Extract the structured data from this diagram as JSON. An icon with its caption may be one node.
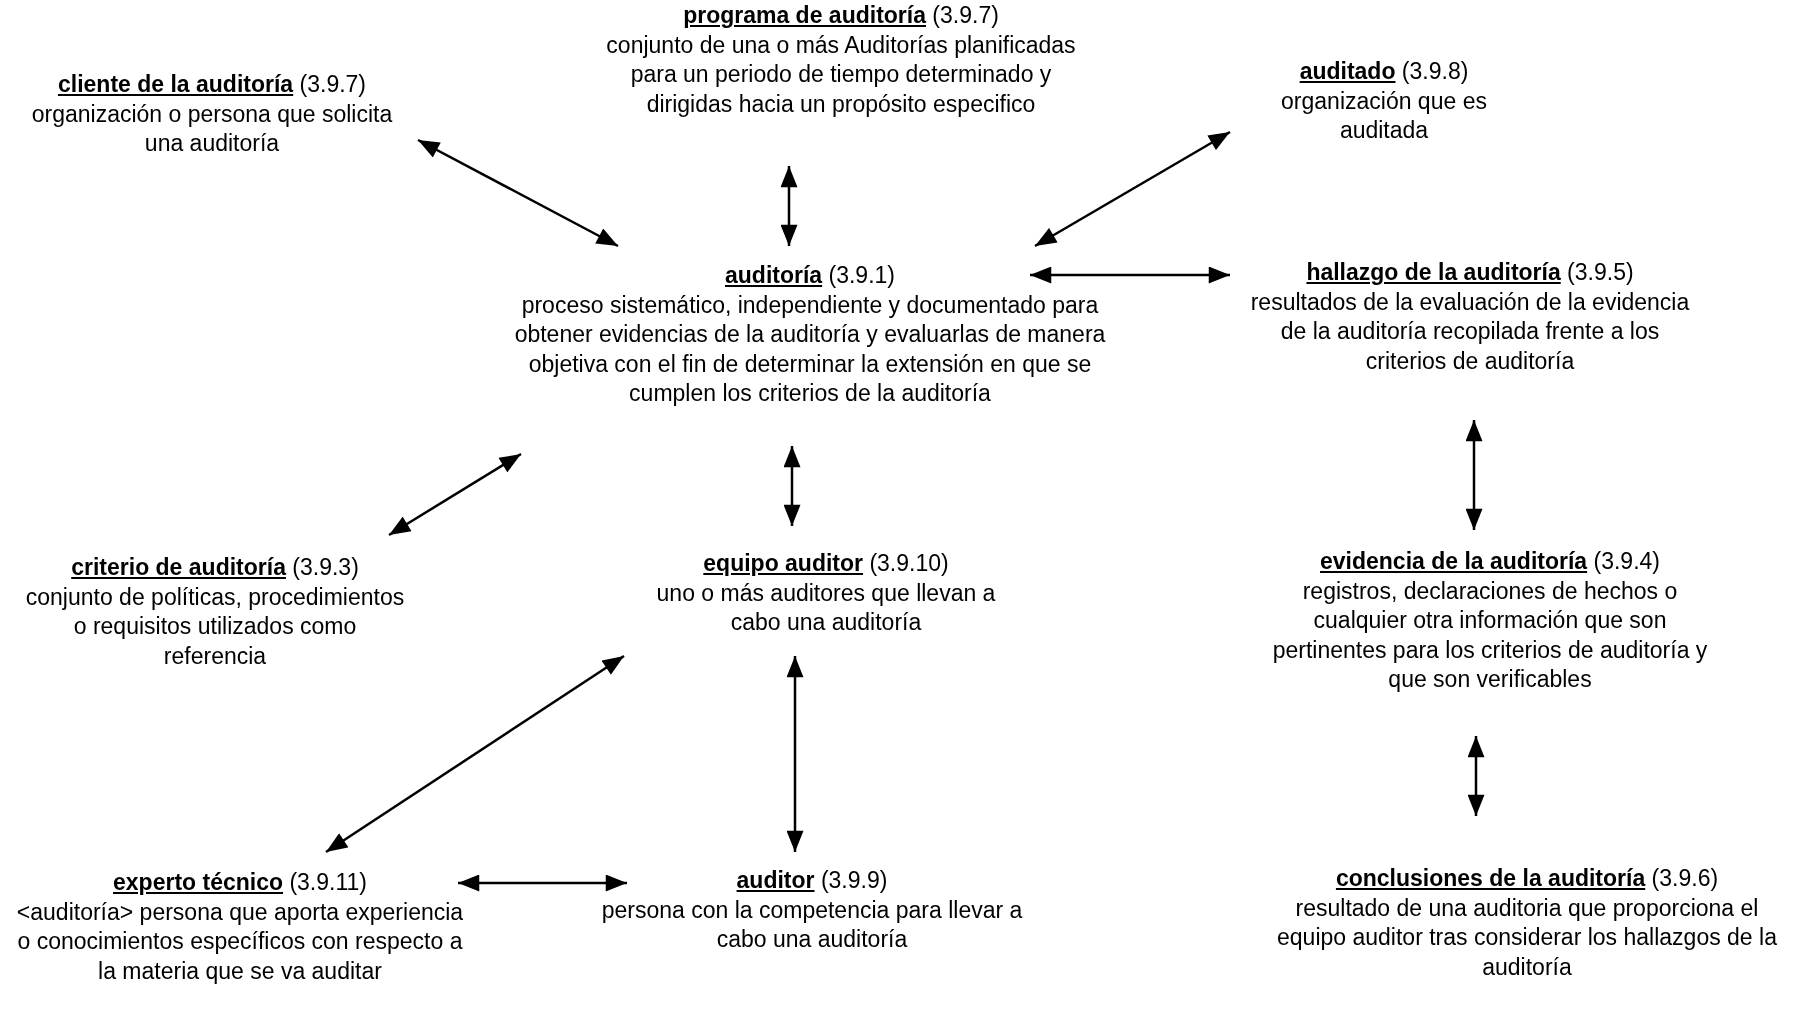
{
  "diagram": {
    "nodes": [
      {
        "text": [
          "**cliente de la auditoría** (3.9.7)",
          "organización o persona que solicita una auditoría"
        ]
      },
      {
        "text": [
          "**programa de auditoría** (3.9.7)",
          "conjunto de una o más Auditorías planificadas para un periodo de tiempo determinado y dirigidas hacia un propósito especifico"
        ]
      },
      {
        "text": [
          "**auditado** (3.9.8)",
          "organización que es auditada"
        ]
      },
      {
        "text": [
          "**auditoría** (3.9.1)",
          "proceso sistemático, independiente y documentado para obtener evidencias de la auditoría y evaluarlas de manera objetiva con el fin de determinar la extensión en que se cumplen los criterios de la auditoría"
        ]
      },
      {
        "text": [
          "**hallazgo de la auditoría** (3.9.5)",
          "resultados de la evaluación de la evidencia de la auditoría recopilada frente a los criterios de auditoría"
        ]
      },
      {
        "text": [
          "**criterio de auditoría** (3.9.3)",
          "conjunto de políticas, procedimientos o requisitos utilizados como referencia"
        ]
      },
      {
        "text": [
          "**equipo auditor** (3.9.10)",
          "uno o más auditores que llevan a cabo una auditoría"
        ]
      },
      {
        "text": [
          "**evidencia de la auditoría** (3.9.4)",
          "registros, declaraciones de hechos o cualquier otra información que son pertinentes para los criterios de auditoría y que son verificables"
        ]
      },
      {
        "text": [
          "**experto técnico** (3.9.11)",
          "<auditoría> persona que aporta experiencia o conocimientos específicos con respecto a la materia que se va auditar"
        ]
      },
      {
        "text": [
          "**auditor** (3.9.9)",
          "persona con la competencia para llevar a cabo una auditoría"
        ]
      },
      {
        "text": [
          "**conclusiones de la auditoría** (3.9.6)",
          "resultado de una auditoria que proporciona el equipo auditor tras considerar los hallazgos de la auditoría"
        ]
      }
    ],
    "edges": [
      {
        "from": 0,
        "to": 3,
        "arrow": "both"
      },
      {
        "from": 1,
        "to": 3,
        "arrow": "both"
      },
      {
        "from": 2,
        "to": 3,
        "arrow": "both"
      },
      {
        "from": 3,
        "to": 4,
        "arrow": "both"
      },
      {
        "from": 3,
        "to": 5,
        "arrow": "both"
      },
      {
        "from": 3,
        "to": 6,
        "arrow": "both"
      },
      {
        "from": 4,
        "to": 7,
        "arrow": "both"
      },
      {
        "from": 7,
        "to": 10,
        "arrow": "both"
      },
      {
        "from": 6,
        "to": 8,
        "arrow": "both"
      },
      {
        "from": 6,
        "to": 9,
        "arrow": "both"
      },
      {
        "from": 8,
        "to": 9,
        "arrow": "both"
      }
    ]
  }
}
